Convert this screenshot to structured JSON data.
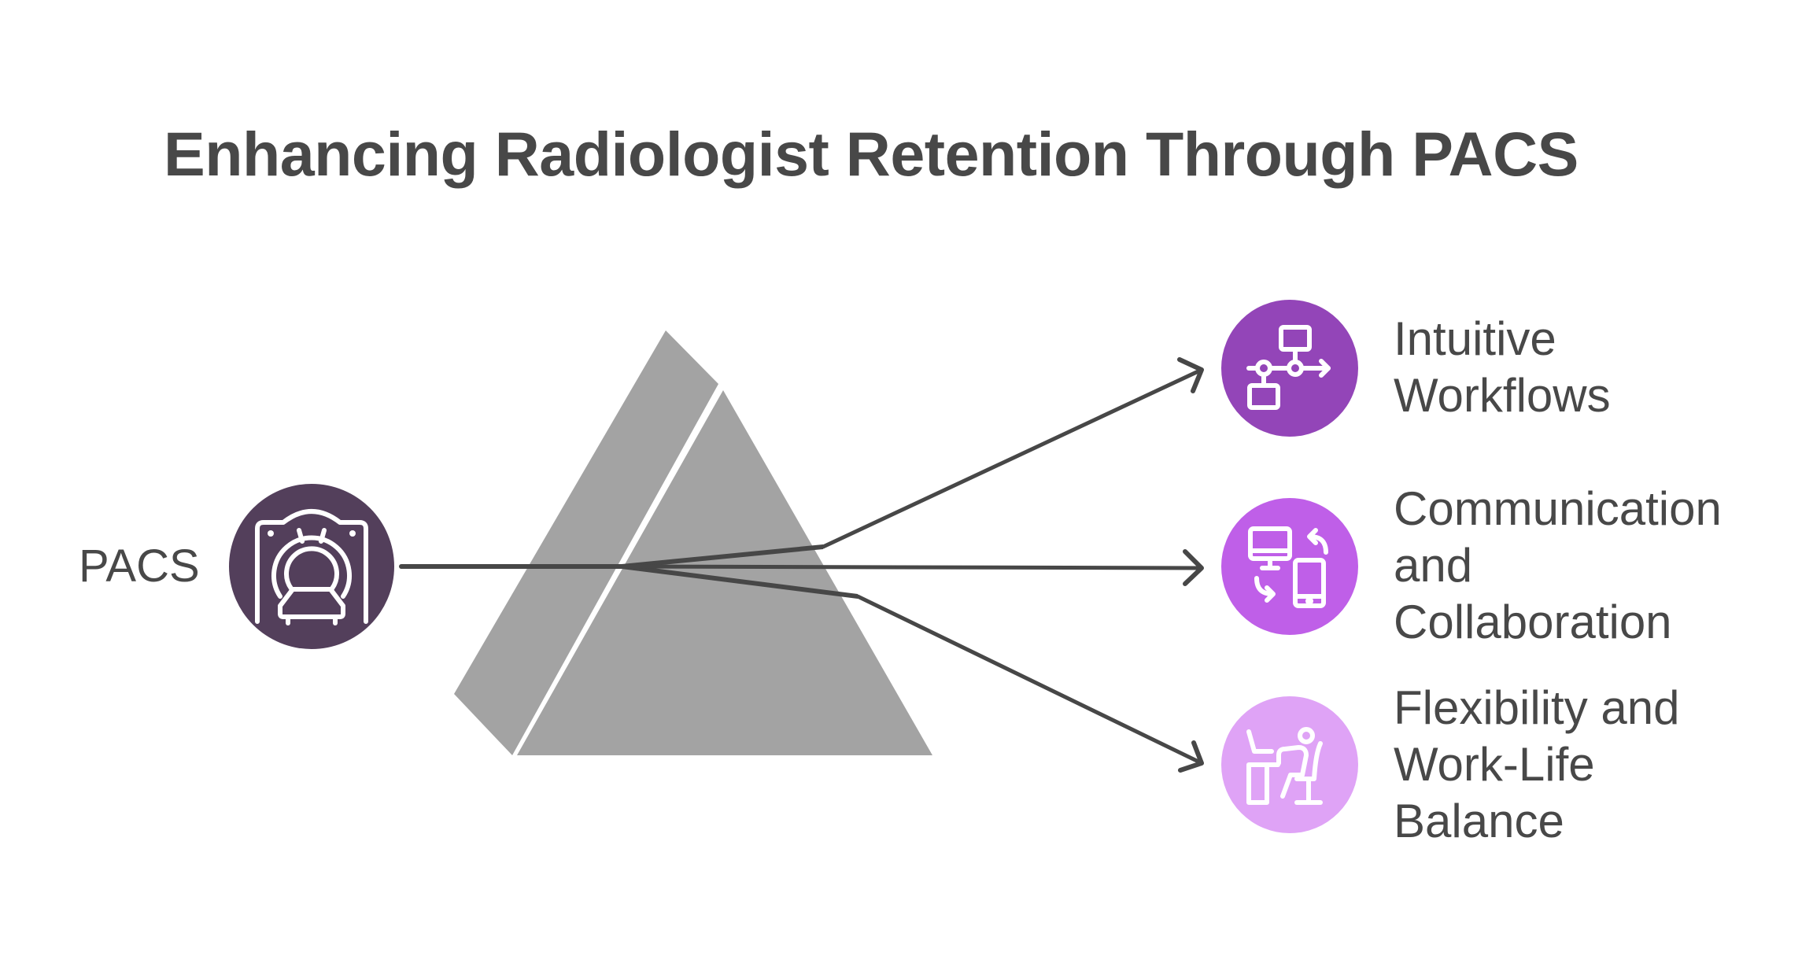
{
  "title": "Enhancing Radiologist Retention Through PACS",
  "source": {
    "label": "PACS",
    "icon": "mri-scanner-icon",
    "color": "#533f5b"
  },
  "prism": {
    "color": "#a3a3a3"
  },
  "outputs": [
    {
      "lines": [
        "Intuitive",
        "Workflows"
      ],
      "icon": "workflow-diagram-icon",
      "color": "#9345b8"
    },
    {
      "lines": [
        "Communication",
        "and",
        "Collaboration"
      ],
      "icon": "devices-sync-icon",
      "color": "#bf5fe8"
    },
    {
      "lines": [
        "Flexibility and",
        "Work-Life",
        "Balance"
      ],
      "icon": "person-at-desk-icon",
      "color": "#dfa3f6"
    }
  ],
  "colors": {
    "text": "#484848",
    "ray": "#474747",
    "icon_stroke": "#ffffff"
  }
}
